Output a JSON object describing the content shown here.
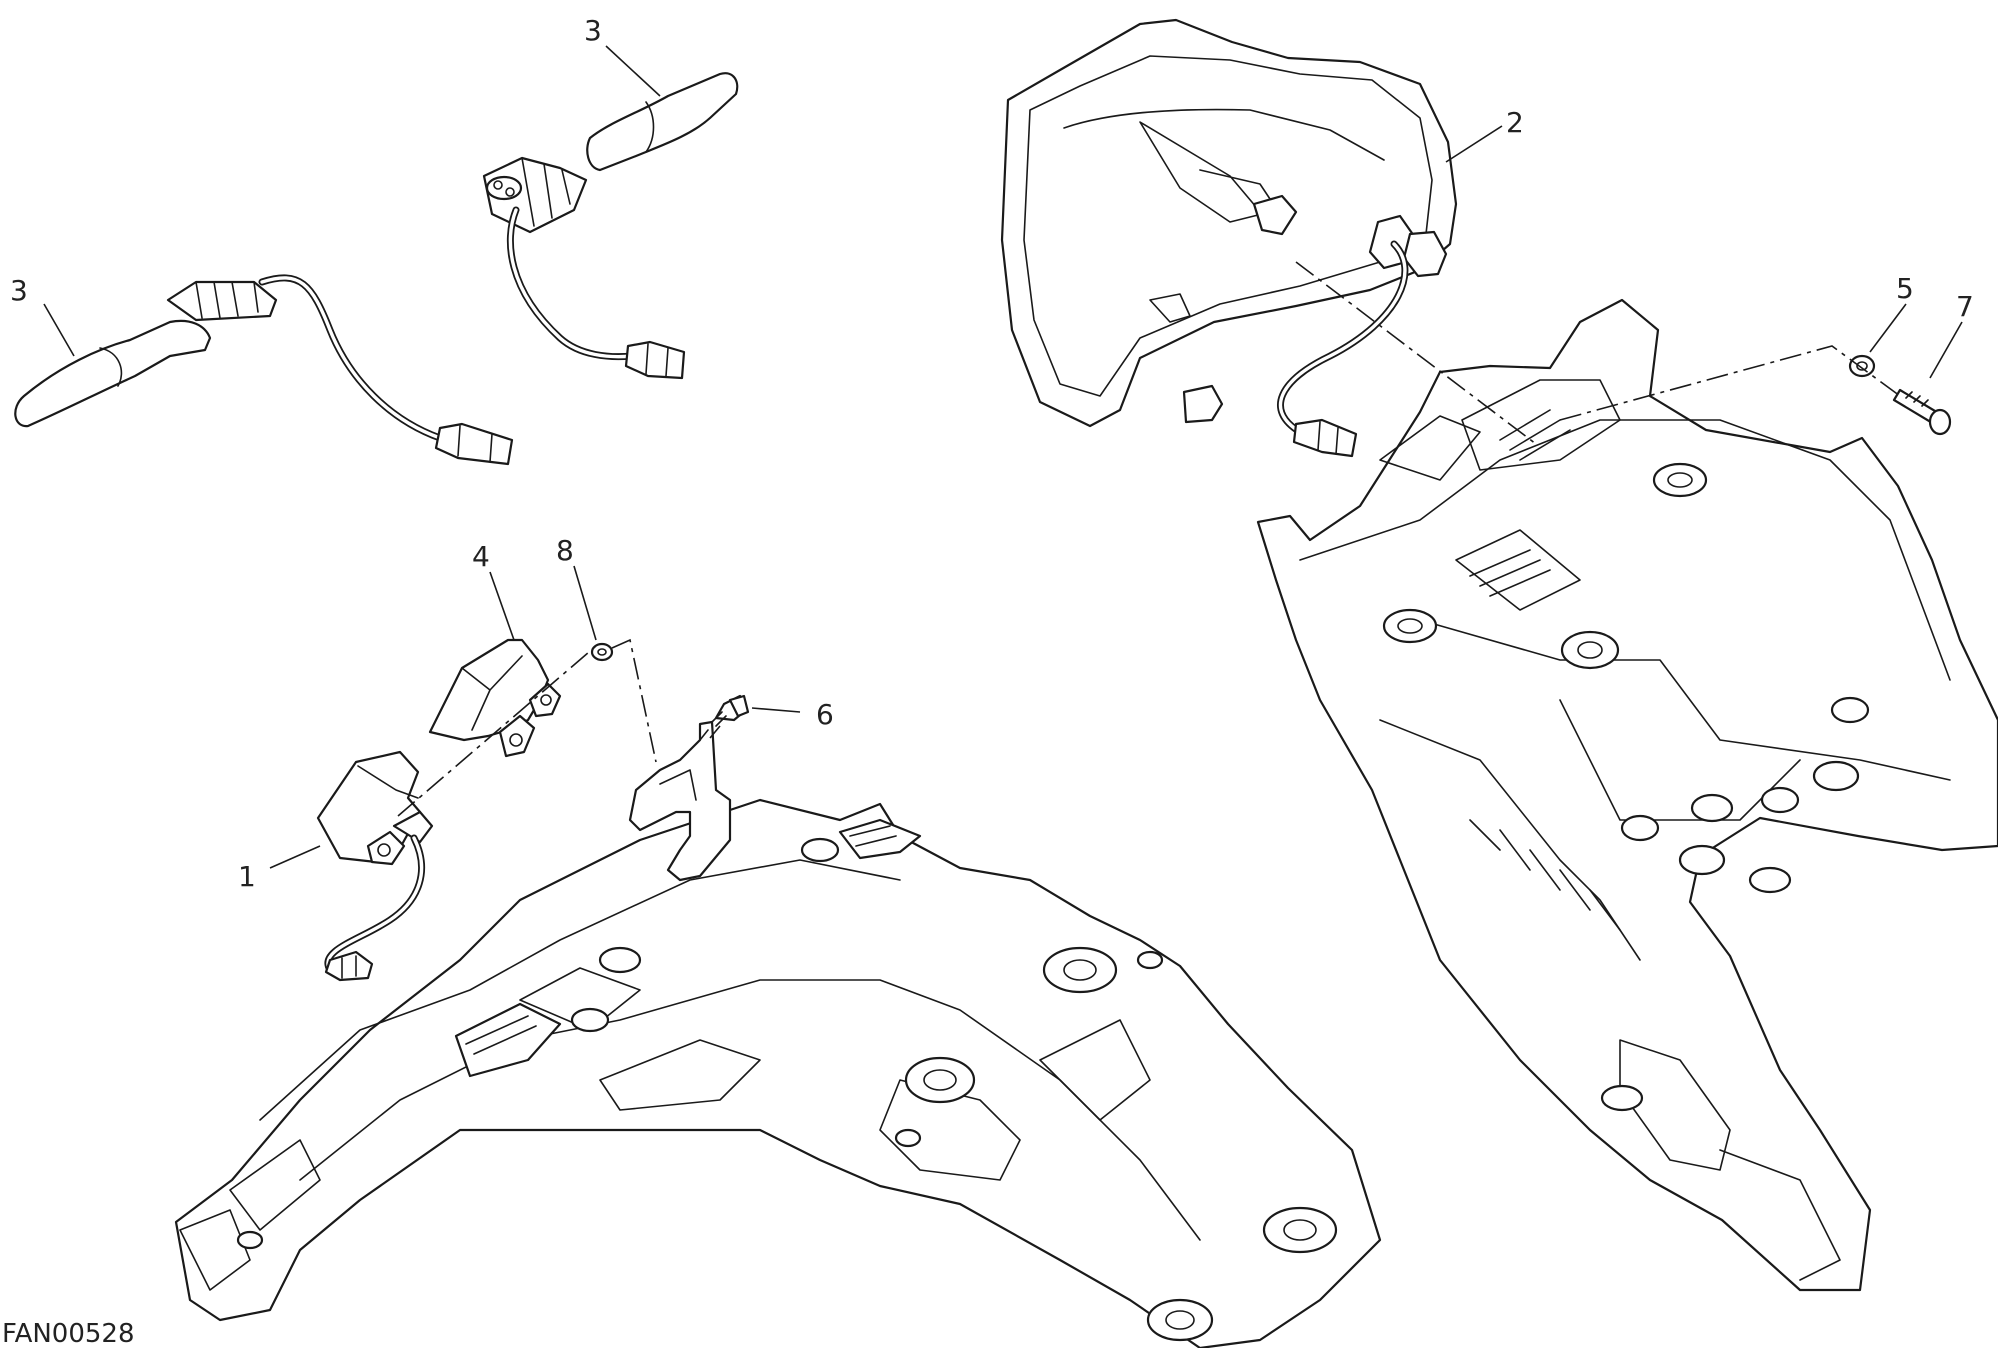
{
  "diagram": {
    "drawing_code": "FAN00528",
    "callouts": [
      {
        "id": "c1",
        "label": "1"
      },
      {
        "id": "c2",
        "label": "2"
      },
      {
        "id": "c3a",
        "label": "3"
      },
      {
        "id": "c3b",
        "label": "3"
      },
      {
        "id": "c4",
        "label": "4"
      },
      {
        "id": "c5",
        "label": "5"
      },
      {
        "id": "c6",
        "label": "6"
      },
      {
        "id": "c7",
        "label": "7"
      },
      {
        "id": "c8",
        "label": "8"
      }
    ]
  }
}
